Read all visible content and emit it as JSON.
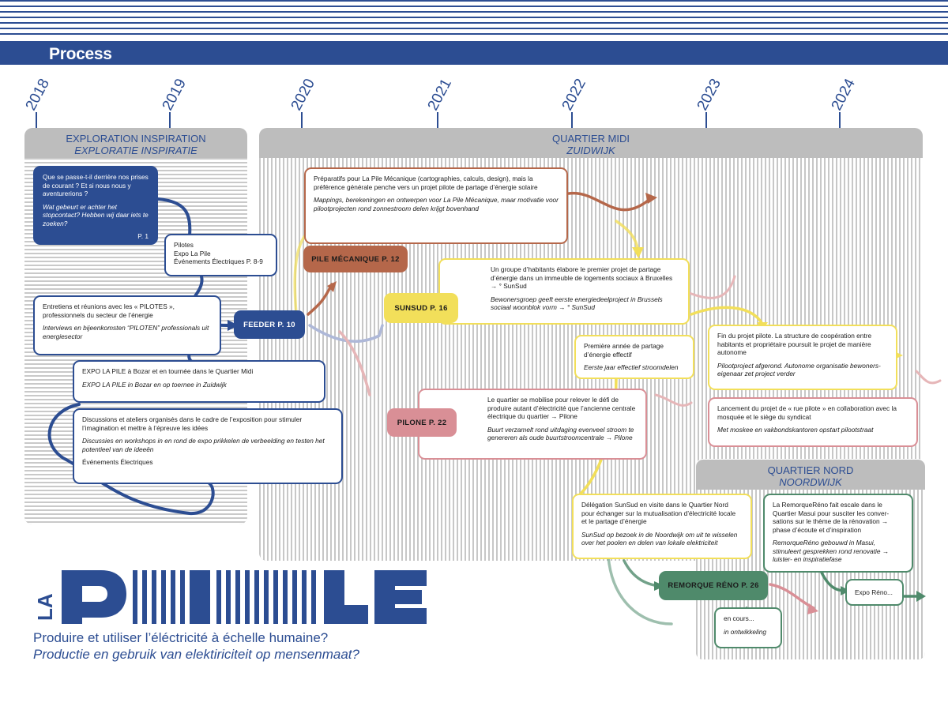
{
  "header": {
    "title": "Process"
  },
  "years": [
    "2018",
    "2019",
    "2020",
    "2021",
    "2022",
    "2023",
    "2024"
  ],
  "sections": {
    "exploration": {
      "fr": "EXPLORATION INSPIRATION",
      "nl": "EXPLORATIE INSPIRATIE"
    },
    "midi": {
      "fr": "QUARTIER MIDI",
      "nl": "ZUIDWIJK"
    },
    "nord": {
      "fr": "QUARTIER NORD",
      "nl": "NOORDWIJK"
    }
  },
  "cards": {
    "question": {
      "fr": "Que se passe-t-il derrière nos prises de courant ? Et si nous nous y aventurerions ?",
      "nl": "Wat gebeurt er achter het stopcontact? Hebben wij daar iets te zoeken?",
      "page": "P. 1"
    },
    "pilotes": {
      "l1": "Pilotes",
      "l2": "Expo La Pile",
      "l3": "Événements Électriques P. 8-9"
    },
    "entretiens": {
      "fr": "Entretiens et réunions avec les « PILOTES », professionnels du secteur de l’énergie",
      "nl": "Interviews en bijeenkomsten “PILOTEN” professionals uit energiesector"
    },
    "expo": {
      "fr": "EXPO LA PILE à Bozar et en tournée dans le Quartier Midi",
      "nl": "EXPO LA PILE in Bozar en op toernee in Zuidwijk"
    },
    "discussions": {
      "fr": "Discussions et ateliers organisés dans le cadre de l’exposition pour stimuler l’imagination et mettre à l’épreuve les idées",
      "nl": "Discussies en workshops in en rond de expo prikkelen de verbeelding en testen het potentieel van de ideeën",
      "extra": "Événements Électriques"
    },
    "preparatifs": {
      "fr": "Préparatifs pour La Pile Mécanique (cartographies, calculs, design), mais la préférence générale penche vers un projet pilote de partage d’énergie solaire",
      "nl": "Mappings, berekeningen en ontwerpen voor La Pile Mécanique, maar motivatie voor pilootprojecten rond zonnestroom delen krijgt bovenhand"
    },
    "sunsud": {
      "fr": "Un groupe d’habitants élabore le premier projet de partage d’énergie dans un immeuble de logements sociaux à Bruxelles → ° SunSud",
      "nl": "Bewonersgroep geeft eerste energiedeelproject in Brussels sociaal woonblok vorm → ° SunSud"
    },
    "premiere": {
      "fr": "Première année de partage d’énergie effectif",
      "nl": "Eerste jaar effectief stroomdelen"
    },
    "fin": {
      "fr": "Fin du projet pilote. La structure de coopération entre habitants et propriétaire poursuit le projet de manière autonome",
      "nl": "Pilootproject afgerond. Autonome organisatie bewoners-eigenaar zet project verder"
    },
    "lancement": {
      "fr": "Lancement du projet de « rue pilote » en collaboration avec la mosquée et le siège du syndicat",
      "nl": "Met moskee en vakbondskantoren opstart pilootstraat"
    },
    "pilone": {
      "fr": "Le quartier se mobilise pour relever le défi de produire autant d’électricité que l’ancienne centrale électrique du quartier → Pilone",
      "nl": "Buurt verzamelt rond uitdaging evenveel stroom te genereren als oude buurtstroomcentrale → Pilone"
    },
    "delegation": {
      "fr": "Délégation SunSud en visite dans le Quartier Nord pour échanger sur la mutualisation d’électricité locale et le partage d’énergie",
      "nl": "SunSud op bezoek in de Noordwijk om uit te wisselen over het poolen en delen van lokale elektriciteit"
    },
    "remorque": {
      "fr": "La RemorqueRéno fait escale dans le Quartier Masui pour susciter les conver­sations sur le thème de la rénovation → phase d’écoute et d’inspiration",
      "nl": "RemorqueRéno gebouwd in Masui, stimuleert gesprekken rond renovatie → luister- en inspiratiefase"
    },
    "encours": {
      "fr": "en cours...",
      "nl": "in ontwikkeling"
    },
    "exporeno": {
      "label": "Expo Réno..."
    }
  },
  "pills": {
    "feeder": "FEEDER  P. 10",
    "mecanique": "PILE MÉCANIQUE  P. 12",
    "sunsud": "SUNSUD  P. 16",
    "pilone": "PILONE  P. 22",
    "remorque": "REMORQUE RÉNO  P. 26"
  },
  "logo": {
    "la": "LA"
  },
  "tagline": {
    "fr": "Produire et utiliser l’éléctricité à échelle humaine?",
    "nl": "Productie en gebruik van elektiriciteit op mensenmaat?"
  },
  "colors": {
    "navy": "#2c4d92",
    "brown": "#b5674a",
    "yellow": "#f2df5a",
    "pink": "#d98f96",
    "green": "#4f8a6b",
    "grey": "#bdbdbd"
  }
}
